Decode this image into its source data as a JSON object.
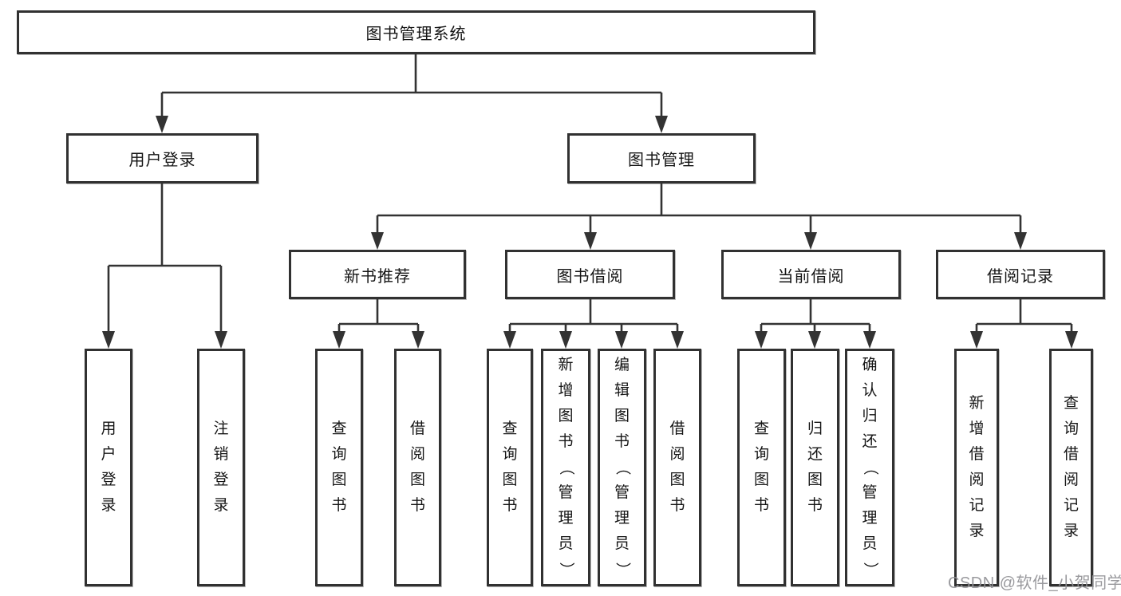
{
  "tree": {
    "root": "图书管理系统",
    "level1": [
      "用户登录",
      "图书管理"
    ],
    "level2": [
      "新书推荐",
      "图书借阅",
      "当前借阅",
      "借阅记录"
    ],
    "group1": [
      "用户登录",
      "注销登录"
    ],
    "group2": [
      "查询图书",
      "借阅图书"
    ],
    "group3": [
      "查询图书",
      "新增图书（管理员）",
      "编辑图书（管理员）",
      "借阅图书"
    ],
    "group4": [
      "查询图书",
      "归还图书",
      "确认归还（管理员）"
    ],
    "group5": [
      "新增借阅记录",
      "查询借阅记录"
    ]
  },
  "colors": {
    "line": "#333333",
    "box_border": "#313131",
    "text": "#151515",
    "watermark": "#919196"
  },
  "watermark": {
    "text": "CSDN @软件_小贺同学"
  }
}
